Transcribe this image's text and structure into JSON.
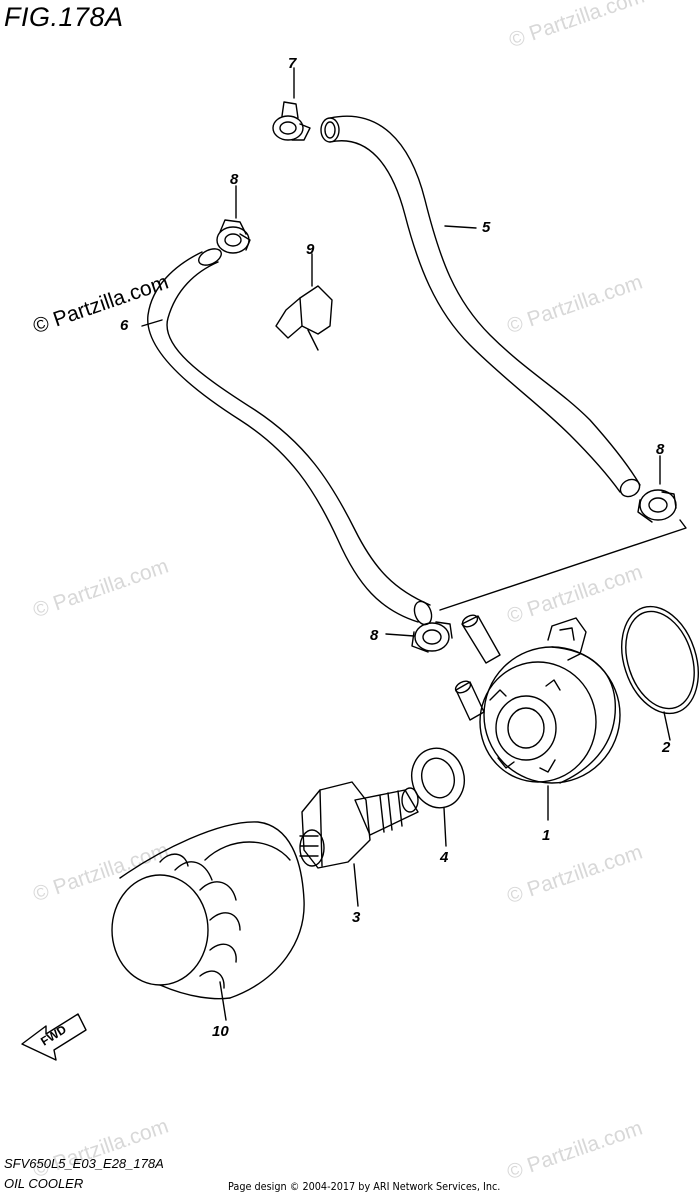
{
  "figure_title": "FIG.178A",
  "watermark_text": "© Partzilla.com",
  "callouts": [
    "1",
    "2",
    "3",
    "4",
    "5",
    "6",
    "7",
    "8",
    "8",
    "8",
    "9",
    "10"
  ],
  "fwd_label": "FWD",
  "model_code": "SFV650L5_E03_E28_178A",
  "model_name": "OIL COOLER",
  "copyright": "Page design © 2004-2017 by ARI Network Services, Inc."
}
